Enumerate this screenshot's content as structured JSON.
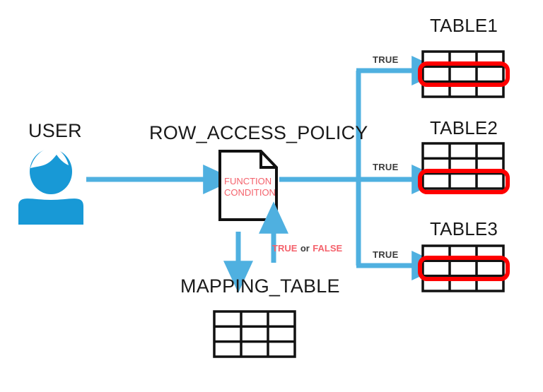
{
  "diagram": {
    "title_hidden": "Row Access Policy Flow",
    "background_color": "#ffffff",
    "accent_blue": "#4FB0E0",
    "icon_blue": "#1899D6",
    "highlight_red": "#FF0000",
    "text_red": "#F4626C",
    "text_dark": "#1A1A1A"
  },
  "user": {
    "label": "USER",
    "icon": "user-avatar-icon"
  },
  "policy": {
    "label": "ROW_ACCESS_POLICY",
    "icon": "document-icon",
    "doc_line_1": "FUNCTION",
    "doc_line_2": "CONDITION"
  },
  "mapping": {
    "label": "MAPPING_TABLE",
    "rows": 3,
    "cols": 3,
    "highlight_row": null
  },
  "feedback": {
    "true_label": "TRUE",
    "or_label": "or",
    "false_label": "FALSE",
    "down_arrow": "arrow-down-icon",
    "up_arrow": "arrow-up-icon"
  },
  "branches": [
    {
      "condition_label": "TRUE"
    },
    {
      "condition_label": "TRUE"
    },
    {
      "condition_label": "TRUE"
    }
  ],
  "tables": [
    {
      "label": "TABLE1",
      "rows": 3,
      "cols": 3,
      "highlight_row": 2
    },
    {
      "label": "TABLE2",
      "rows": 3,
      "cols": 3,
      "highlight_row": 3
    },
    {
      "label": "TABLE3",
      "rows": 3,
      "cols": 3,
      "highlight_row": 2
    }
  ]
}
